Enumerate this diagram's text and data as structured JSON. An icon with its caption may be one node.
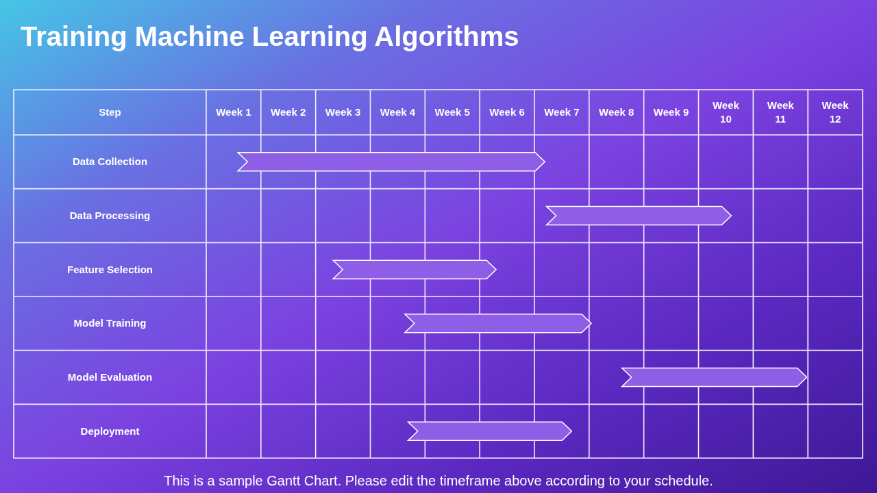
{
  "diagram": {
    "title": "Training Machine Learning Algorithms",
    "caption": "This is a sample Gantt Chart. Please edit the timeframe above according to your schedule.",
    "nodes": [
      {
        "text": [],
        "shape": "bar"
      },
      {
        "text": [],
        "shape": "bar"
      },
      {
        "text": [],
        "shape": "bar"
      },
      {
        "text": [],
        "shape": "bar"
      },
      {
        "text": [],
        "shape": "bar"
      },
      {
        "text": [],
        "shape": "bar"
      }
    ],
    "labels": [
      "Step",
      "Week 1",
      "Week 2",
      "Week 3",
      "Week 4",
      "Week 5",
      "Week 6",
      "Week 7",
      "Week 8",
      "Week 9",
      "Week 10",
      "Week 11",
      "Week 12",
      "Data Collection",
      "Data Processing",
      "Feature Selection",
      "Model Training",
      "Model Evaluation",
      "Deployment"
    ]
  }
}
